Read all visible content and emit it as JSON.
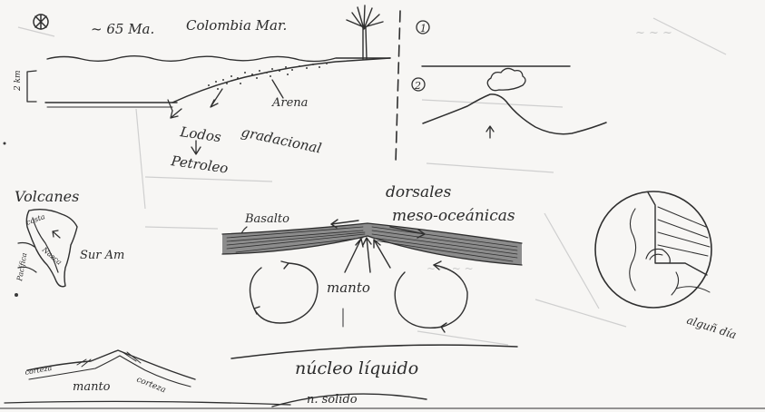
{
  "labels": {
    "time": "~ 65 Ma.",
    "location": "Colombia Mar.",
    "depth": "2 km",
    "arena": "Arena",
    "gradacional": "gradacional",
    "lodos": "Lodos",
    "petroleo": "Petroleo",
    "panel1": "1",
    "panel2": "2",
    "volcanes": "Volcanes",
    "costa": "costa",
    "nazca": "Nazca",
    "pacifica": "Pacífica",
    "sur_am": "Sur Am",
    "basalto": "Basalto",
    "dorsales": "dorsales",
    "meso": "meso-oceánicas",
    "manto_center": "manto",
    "nucleo_liquido": "núcleo  líquido",
    "nucleo_solido": "n. solido",
    "corteza_left": "corteza",
    "manto_bottom": "manto",
    "corteza_right": "corteza",
    "algun_dia": "alguñ día"
  }
}
